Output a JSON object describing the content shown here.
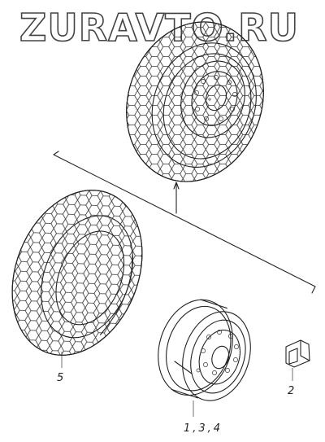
{
  "watermark": {
    "text": "ZURAVTO.RU"
  },
  "callouts": {
    "tire": "5",
    "valve": "2",
    "wheel": "1,3,4"
  }
}
